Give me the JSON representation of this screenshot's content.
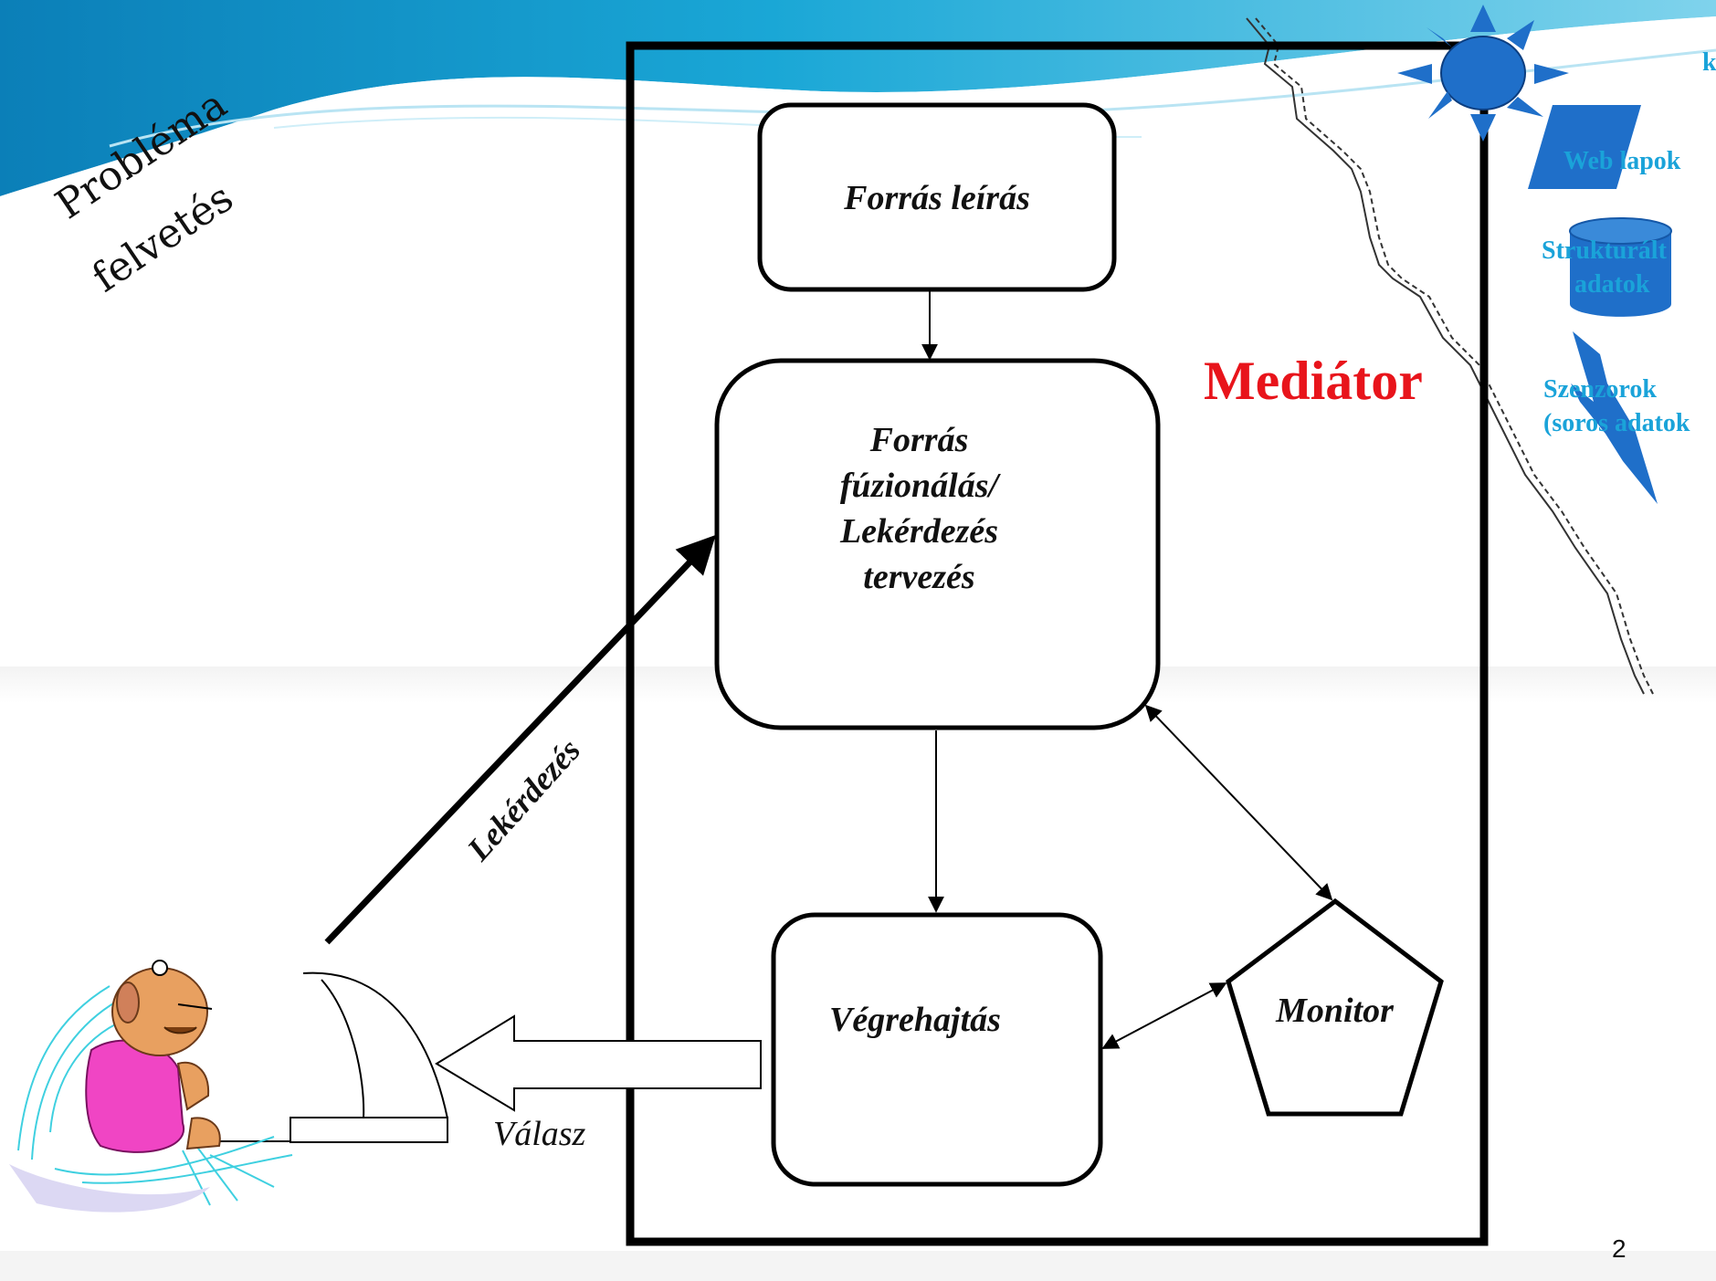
{
  "slide": {
    "title_line1": "Probléma",
    "title_line2": "felvetés",
    "page_number": "2"
  },
  "mediator": {
    "label": "Mediátor",
    "label_color": "#e8141b"
  },
  "boxes": {
    "source_description": "Forrás leírás",
    "fusion_line1": "Forrás",
    "fusion_line2": "fúzionálás/",
    "fusion_line3": "Lekérdezés",
    "fusion_line4": "tervezés",
    "execution": "Végrehajtás",
    "monitor": "Monitor"
  },
  "arrows": {
    "query_label": "Lekérdezés",
    "answer_label": "Válasz"
  },
  "sources": {
    "top_partial": "k",
    "web_pages": "Web lapok",
    "structured_line1": "Strukturált",
    "structured_line2": "adatok",
    "sensors_line1": "Szenzorok",
    "sensors_line2": "(soros adatok",
    "color": "#1aa3d9",
    "shape_fill": "#1f6fc9"
  },
  "icons": {
    "user": "user-at-computer-illustration",
    "sun": "sun-icon",
    "web": "web-page-parallelogram-icon",
    "database": "database-cylinder-icon",
    "sensor": "lightning-bolt-icon"
  }
}
